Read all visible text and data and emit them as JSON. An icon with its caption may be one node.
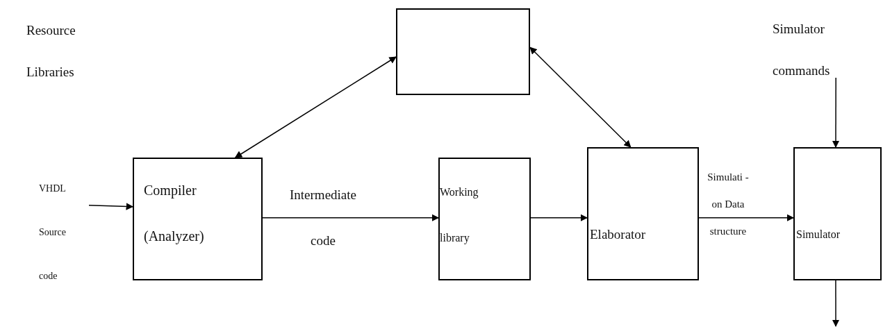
{
  "diagram": {
    "nodes": [
      {
        "text": [],
        "shape": "box"
      },
      {
        "text": [
          "Compiler (Analyzer)"
        ]
      },
      {
        "text": [
          "Working library"
        ]
      },
      {
        "text": [
          "Elaborator"
        ]
      },
      {
        "text": [
          "Simulator"
        ]
      },
      {
        "text": [
          "VHDL Source code"
        ]
      },
      {
        "text": [
          "Simulator commands"
        ]
      }
    ],
    "edges": [
      {
        "from": 1,
        "to": 0,
        "arrow": "both"
      },
      {
        "from": 0,
        "to": 3,
        "arrow": "both"
      },
      {
        "from": 5,
        "to": 1,
        "arrow": "to"
      },
      {
        "from": 1,
        "to": 2,
        "arrow": "to",
        "label": "Intermediate code"
      },
      {
        "from": 2,
        "to": 3,
        "arrow": "to"
      },
      {
        "from": 3,
        "to": 4,
        "arrow": "to",
        "label": "Simulati -on Data structure"
      },
      {
        "from": 6,
        "to": 4,
        "arrow": "to"
      },
      {
        "from": 4,
        "to": null,
        "arrow": "to"
      }
    ],
    "labels": [
      "Resource Libraries"
    ]
  }
}
